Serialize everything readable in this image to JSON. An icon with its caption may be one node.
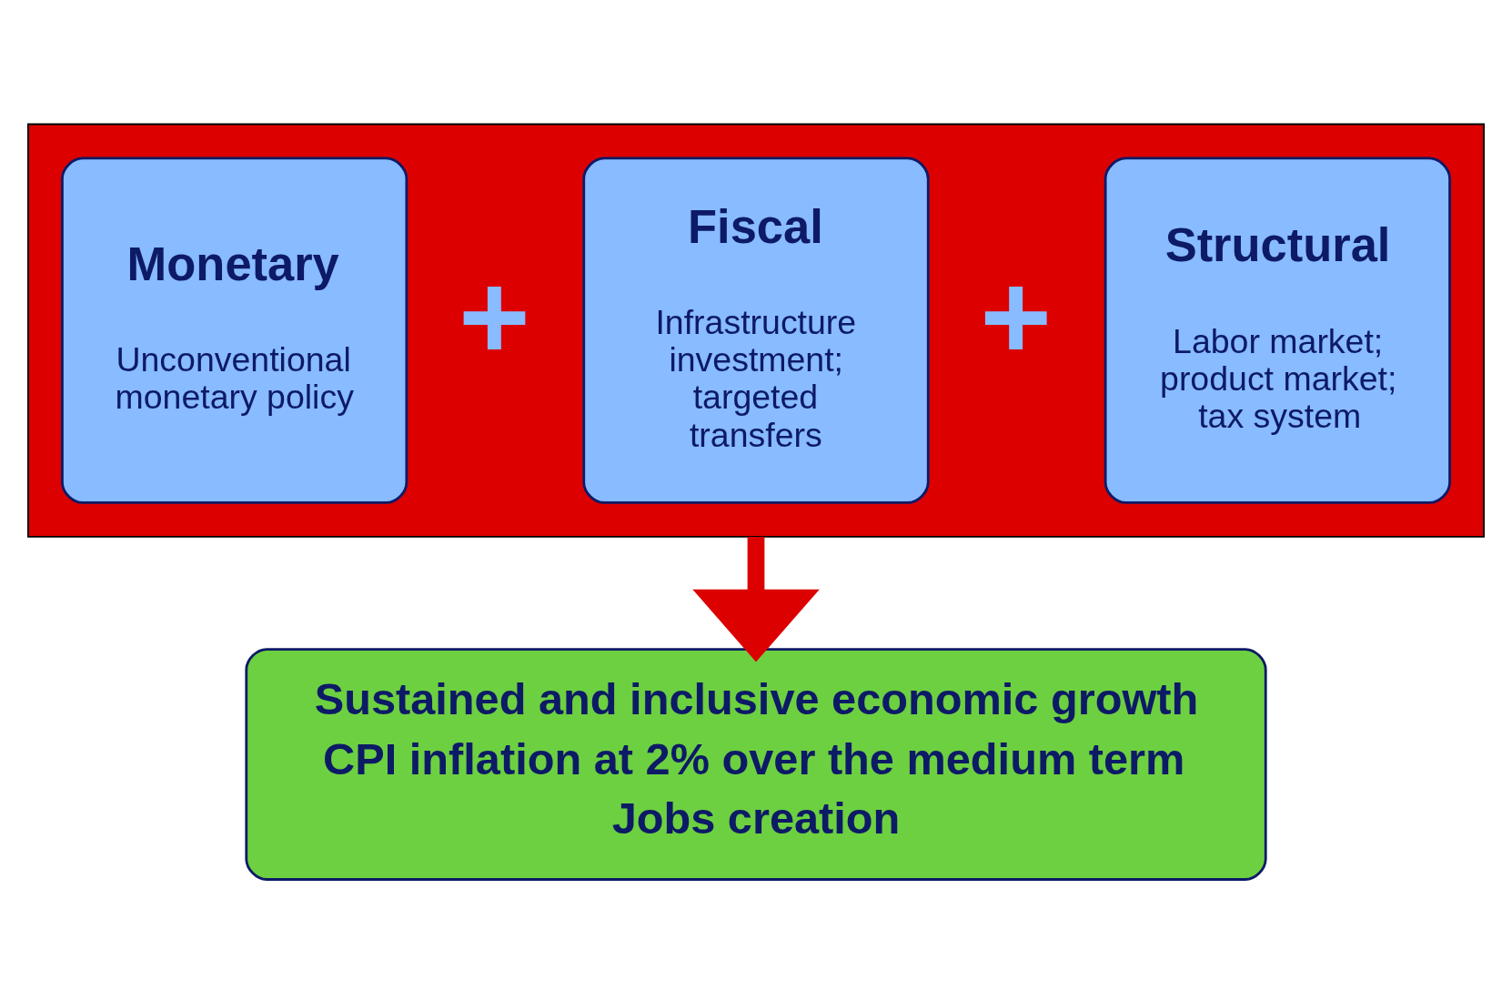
{
  "diagram": {
    "nodes": [
      {
        "text": [],
        "shape": "box"
      },
      {
        "text": [
          "Monetary",
          "Unconventional monetary policy"
        ],
        "in": 0
      },
      {
        "text": [
          "Fiscal",
          "Infrastructure investment; targeted transfers"
        ],
        "in": 0
      },
      {
        "text": [
          "Structural",
          "Labor market; product market; tax system"
        ],
        "in": 0
      },
      {
        "text": [
          "Sustained and inclusive economic growth",
          "CPI inflation at 2% over the medium term",
          "Jobs creation"
        ]
      }
    ],
    "edges": [
      {
        "from": 0,
        "to": 4,
        "arrow": "to",
        "color": "#dd0000"
      }
    ],
    "labels": [
      "+",
      "+"
    ]
  }
}
